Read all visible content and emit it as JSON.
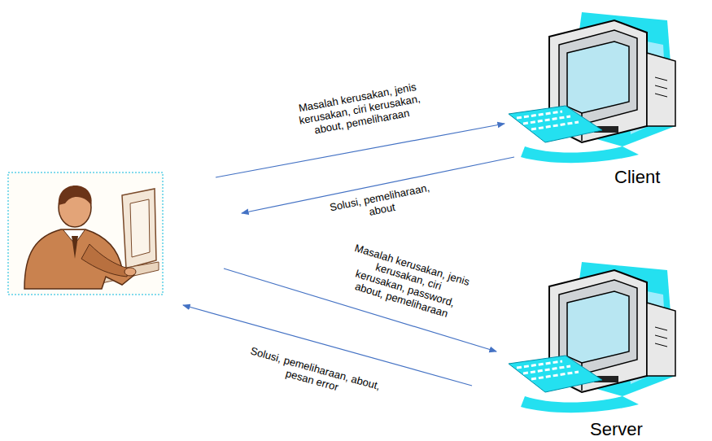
{
  "diagram": {
    "nodes": [
      {
        "text": [
          "Client"
        ]
      },
      {
        "text": [
          "Server"
        ]
      }
    ],
    "labels": [
      "Masalah kerusakan, jenis kerusakan, ciri kerusakan, about, pemeliharaan",
      "Solusi, pemeliharaan, about",
      "Masalah kerusakan, jenis kerusakan, ciri kerusakan, password, about, pemeliharaan",
      "Solusi, pemeliharaan, about, pesan error"
    ]
  }
}
